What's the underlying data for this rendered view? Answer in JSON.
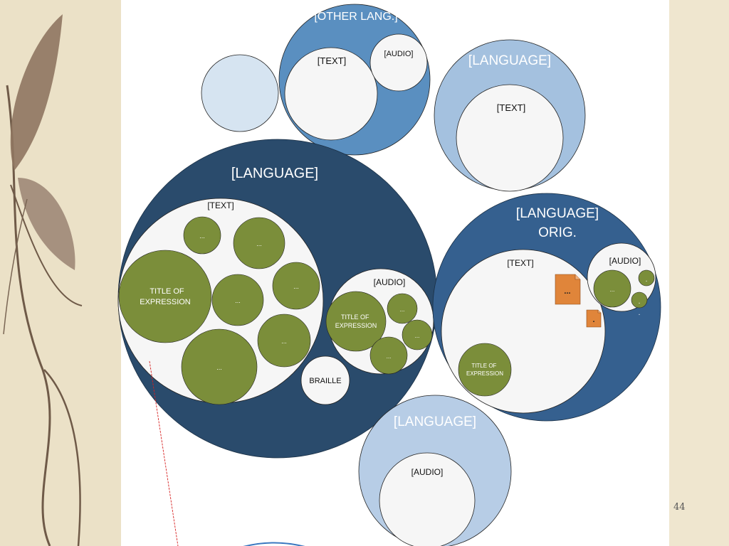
{
  "slide": {
    "page_number": "44"
  },
  "colors": {
    "navy": "#2a4c6e",
    "mid_blue": "#35608f",
    "steel_blue": "#5a8fc0",
    "light_blue": "#a7c3e0",
    "pale_blue": "#d5e4f2",
    "olive_green": "#7b8e3a",
    "orange": "#e0853a",
    "white": "#f8f8f8"
  },
  "diagram": {
    "other_lang": {
      "title": "[OTHER LANG.]",
      "text_label": "[TEXT]",
      "audio_label": "[AUDIO]"
    },
    "language_top_right": {
      "title": "[LANGUAGE]",
      "text_label": "[TEXT]"
    },
    "language_main": {
      "title": "[LANGUAGE]",
      "text_label": "[TEXT]",
      "text_title_of_expression": "TITLE OF EXPRESSION",
      "ellipsis": "...",
      "audio_label": "[AUDIO]",
      "audio_title_of_expression": "TITLE OF EXPRESSION",
      "braille_label": "BRAILLE"
    },
    "language_orig": {
      "title_line1": "[LANGUAGE]",
      "title_line2": "ORIG.",
      "text_label": "[TEXT]",
      "title_of_expression": "TITLE OF EXPRESSION",
      "doc_large_label": "...",
      "doc_small_label": ".",
      "audio_label": "[AUDIO]",
      "audio_ellipsis": "...",
      "dot": "."
    },
    "language_bottom": {
      "title": "[LANGUAGE]",
      "audio_label": "[AUDIO]"
    }
  }
}
